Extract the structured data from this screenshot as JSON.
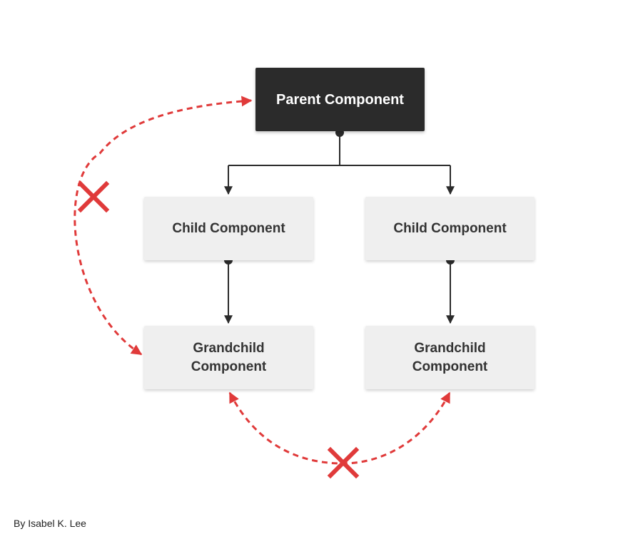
{
  "nodes": {
    "parent": "Parent Component",
    "child_left": "Child Component",
    "child_right": "Child Component",
    "grandchild_left": [
      "Grandchild",
      "Component"
    ],
    "grandchild_right": [
      "Grandchild",
      "Component"
    ]
  },
  "byline": "By Isabel K. Lee",
  "colors": {
    "parent_fill": "#2b2b2b",
    "node_fill": "#efefef",
    "connector": "#2b2b2b",
    "blocked_path": "#e03a3a"
  },
  "icons": {
    "blocked_marker": "x-mark-icon",
    "connector_end": "arrowhead-icon",
    "connector_start": "dot-icon"
  }
}
